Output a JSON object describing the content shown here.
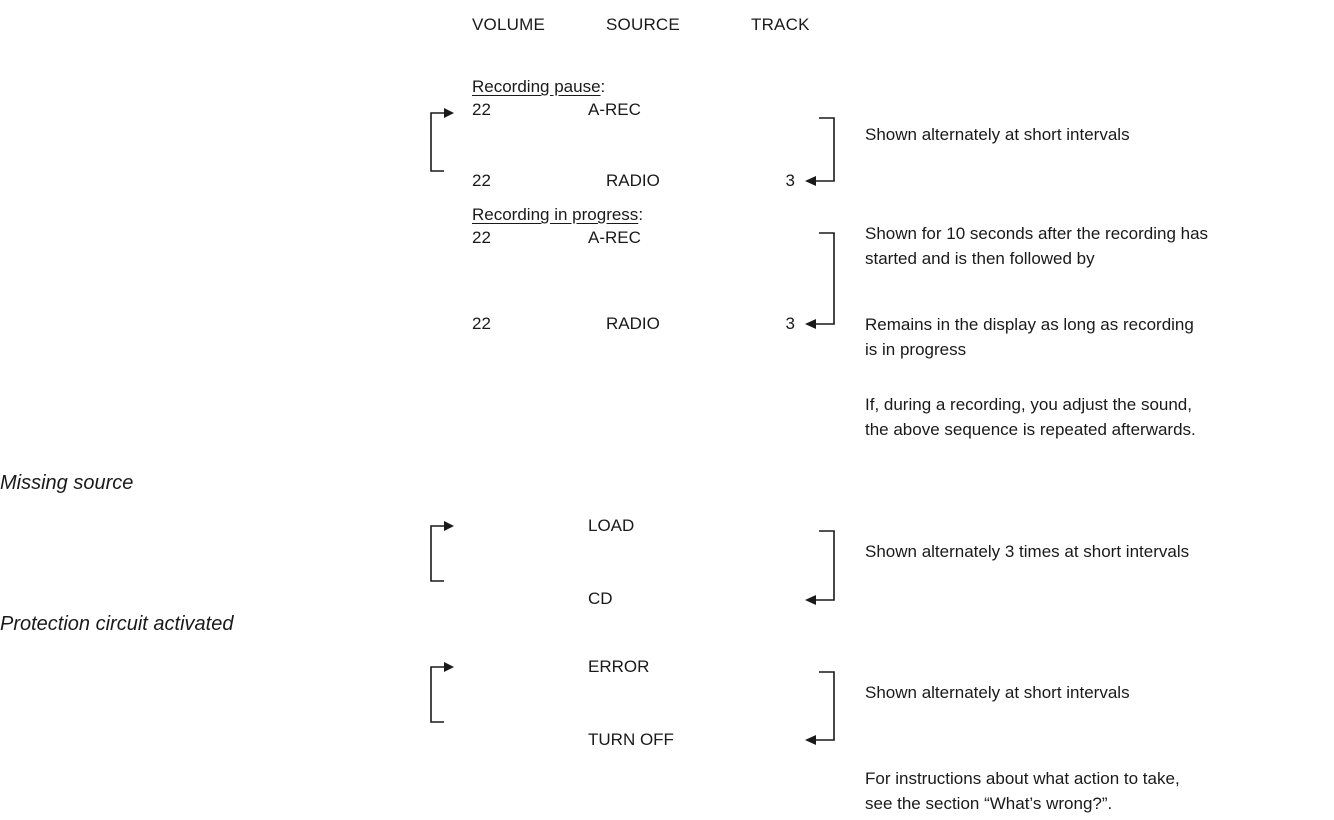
{
  "header": {
    "volume": "VOLUME",
    "source": "SOURCE",
    "track": "TRACK"
  },
  "recording_pause": {
    "label": "Recording pause",
    "colon": ":",
    "row1": {
      "volume": "22",
      "source": "A-REC"
    },
    "row2": {
      "volume": "22",
      "source": "RADIO",
      "track": "3"
    },
    "note": "Shown alternately at short intervals"
  },
  "recording_in_progress": {
    "label": "Recording in progress",
    "colon": ":",
    "row1": {
      "volume": "22",
      "source": "A-REC"
    },
    "row2": {
      "volume": "22",
      "source": "RADIO",
      "track": "3"
    },
    "note1_line1": "Shown for 10 seconds after the recording has",
    "note1_line2": "started and is then followed by",
    "note2_line1": "Remains in the display as long as recording",
    "note2_line2": "is in progress",
    "note3_line1": "If, during a recording, you adjust the sound,",
    "note3_line2": "the above sequence is repeated afterwards."
  },
  "missing_source": {
    "title": "Missing source",
    "row1": {
      "source": "LOAD"
    },
    "row2": {
      "source": "CD"
    },
    "note": "Shown alternately 3 times at short intervals"
  },
  "protection_circuit": {
    "title": "Protection circuit activated",
    "row1": {
      "source": "ERROR"
    },
    "row2": {
      "source": "TURN OFF"
    },
    "note": "Shown alternately at short intervals"
  },
  "footer": {
    "line1": "For instructions about what action to take,",
    "line2": "see the section “What’s wrong?”."
  }
}
